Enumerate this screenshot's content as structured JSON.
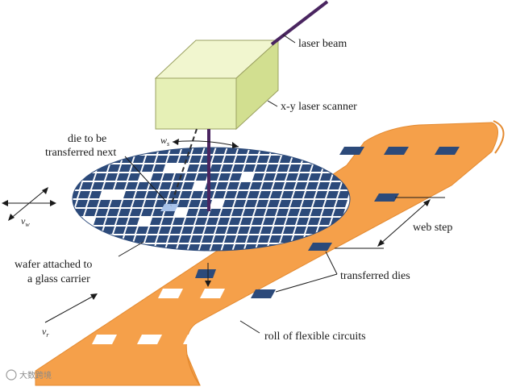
{
  "labels": {
    "laser_beam": "laser beam",
    "scanner": "x-y laser scanner",
    "die_next_line1": "die to be",
    "die_next_line2": "transferred next",
    "wafer_line1": "wafer attached to",
    "wafer_line2": "a glass carrier",
    "web_step": "web step",
    "transferred_dies": "transferred dies",
    "roll": "roll of flexible circuits"
  },
  "symbols": {
    "w_main": "w",
    "w_sub": "s",
    "vw_main": "v",
    "vw_sub": "w",
    "vr_main": "v",
    "vr_sub": "r"
  },
  "watermark": "大数跨境",
  "colors": {
    "web": "#f5a04a",
    "web_edge": "#e48a30",
    "die": "#2c4a7a",
    "wafer": "#2c4a7a",
    "scanner_front": "#e6f0b6",
    "scanner_top": "#f1f6cf",
    "scanner_side": "#d2df90",
    "beam": "#4a2560",
    "white_slot": "#ffffff"
  }
}
